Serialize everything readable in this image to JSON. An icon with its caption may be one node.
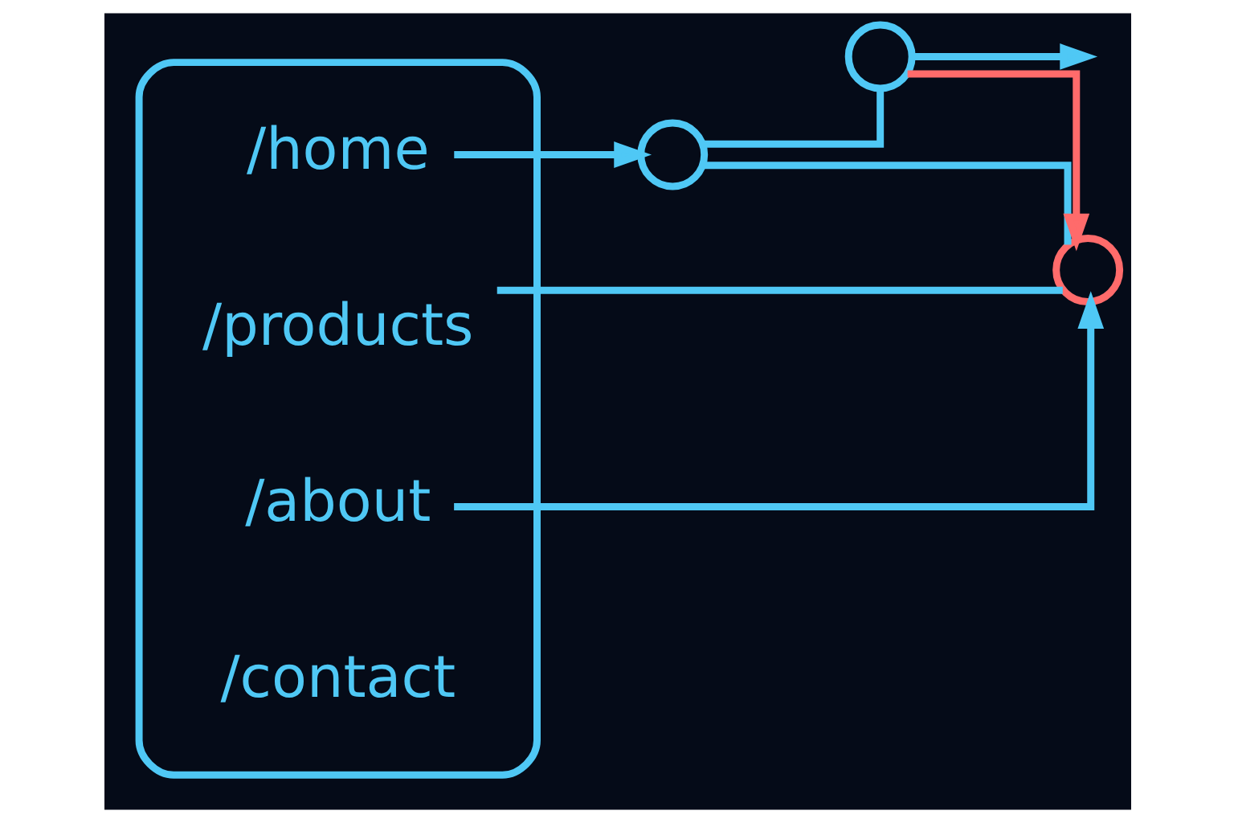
{
  "diagram": {
    "nodes": [
      {
        "text": [],
        "shape": "box"
      },
      {
        "text": [
          "/home"
        ],
        "in": 0
      },
      {
        "text": [
          "/products"
        ],
        "in": 0
      },
      {
        "text": [
          "/about"
        ],
        "in": 0
      },
      {
        "text": [
          "/contact"
        ],
        "in": 0
      },
      {
        "text": [],
        "shape": "circle"
      },
      {
        "text": [],
        "shape": "circle"
      },
      {
        "text": [],
        "shape": "circle"
      }
    ],
    "edges": [
      {
        "from": 1,
        "to": 5,
        "arrow": "to"
      },
      {
        "from": 2,
        "to": 7,
        "arrow": "none"
      },
      {
        "from": 3,
        "to": 7,
        "arrow": "to"
      },
      {
        "from": 5,
        "to": 6,
        "arrow": "none"
      },
      {
        "from": 5,
        "to": 7,
        "arrow": "none"
      },
      {
        "from": 6,
        "to": 7,
        "arrow": "to",
        "color": "#ff6b6b"
      },
      {
        "from": 6,
        "to": null,
        "arrow": "to"
      }
    ]
  }
}
